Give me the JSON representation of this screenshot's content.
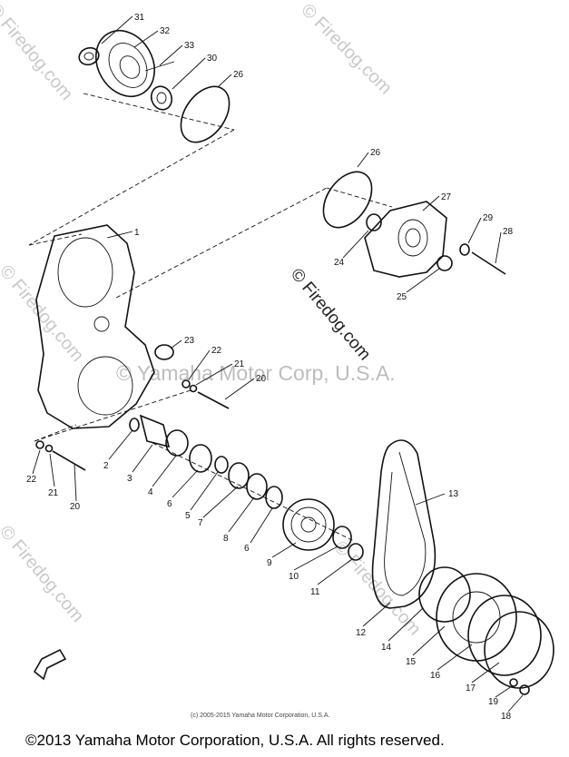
{
  "watermarks": {
    "site": "© Firedog.com",
    "brand": "© Yamaha Motor Corp, U.S.A."
  },
  "callouts": [
    "1",
    "2",
    "3",
    "4",
    "5",
    "6",
    "7",
    "8",
    "9",
    "10",
    "11",
    "12",
    "13",
    "14",
    "15",
    "16",
    "17",
    "18",
    "19",
    "20",
    "21",
    "22",
    "23",
    "24",
    "25",
    "26",
    "27",
    "28",
    "29",
    "30",
    "31",
    "32",
    "33"
  ],
  "inner_copyright": "(c) 2005-2015 Yamaha Motor Corporation, U.S.A.",
  "footer": "©2013 Yamaha Motor Corporation, U.S.A. All rights reserved."
}
